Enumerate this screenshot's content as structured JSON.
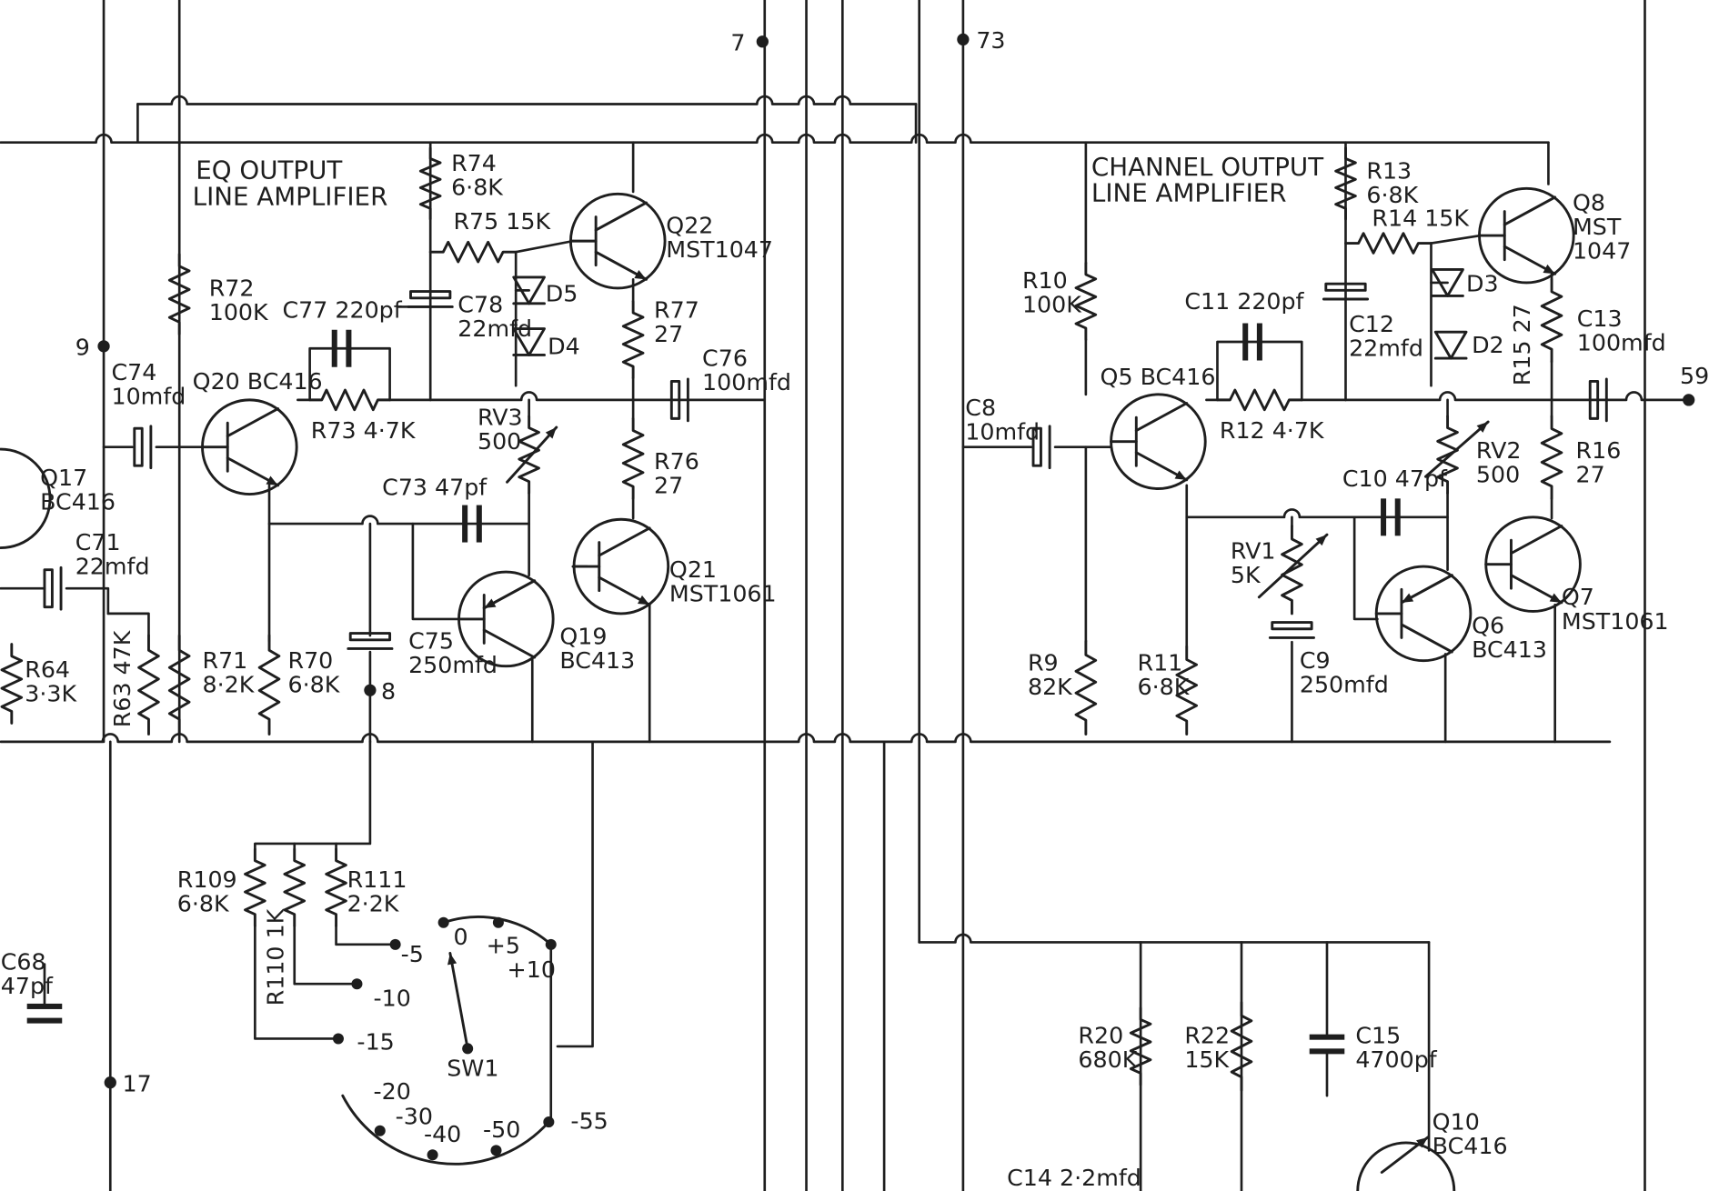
{
  "sections": {
    "eq": [
      "EQ OUTPUT",
      "LINE AMPLIFIER"
    ],
    "channel": [
      "CHANNEL OUTPUT",
      "LINE AMPLIFIER"
    ]
  },
  "terminals": [
    "7",
    "73",
    "9",
    "59",
    "8",
    "17"
  ],
  "labels": {
    "q17": [
      "Q17",
      "BC416"
    ],
    "c71": [
      "C71",
      "22mfd"
    ],
    "r64": [
      "R64",
      "3·3K"
    ],
    "r63": "R63 47K",
    "c68": [
      "C68",
      "47pf"
    ],
    "c74": [
      "C74",
      "10mfd"
    ],
    "q20": "Q20 BC416",
    "r72": [
      "R72",
      "100K"
    ],
    "c77": "C77 220pf",
    "r74": [
      "R74",
      "6·8K"
    ],
    "r75": "R75 15K",
    "c78": [
      "C78",
      "22mfd"
    ],
    "d5": "D5",
    "d4": "D4",
    "q22": [
      "Q22",
      "MST1047"
    ],
    "r77": [
      "R77",
      "27"
    ],
    "c76": [
      "C76",
      "100mfd"
    ],
    "r73": "R73 4·7K",
    "rv3": [
      "RV3",
      "500"
    ],
    "r76": [
      "R76",
      "27"
    ],
    "c73": "C73 47pf",
    "q21": [
      "Q21",
      "MST1061"
    ],
    "q19": [
      "Q19",
      "BC413"
    ],
    "c75": [
      "C75",
      "250mfd"
    ],
    "r71": [
      "R71",
      "8·2K"
    ],
    "r70": [
      "R70",
      "6·8K"
    ],
    "r109": [
      "R109",
      "6·8K"
    ],
    "r110": "R110 1K",
    "r111": [
      "R111",
      "2·2K"
    ],
    "sw1": "SW1",
    "sw_pos": [
      "0",
      "+5",
      "+10",
      "-5",
      "-10",
      "-15",
      "-20",
      "-30",
      "-40",
      "-50",
      "-55"
    ],
    "r13": [
      "R13",
      "6·8K"
    ],
    "r14": "R14 15K",
    "q8": [
      "Q8",
      "MST",
      "1047"
    ],
    "r10": [
      "R10",
      "100K"
    ],
    "c11": "C11 220pf",
    "c12": [
      "C12",
      "22mfd"
    ],
    "d3": "D3",
    "d2": "D2",
    "r15": "R15 27",
    "c13": [
      "C13",
      "100mfd"
    ],
    "q5": "Q5 BC416",
    "c8": [
      "C8",
      "10mfd"
    ],
    "r12": "R12 4·7K",
    "rv2": [
      "RV2",
      "500"
    ],
    "c10": "C10 47pf",
    "r16": [
      "R16",
      "27"
    ],
    "rv1": [
      "RV1",
      "5K"
    ],
    "q7": [
      "Q7",
      "MST1061"
    ],
    "q6": [
      "Q6",
      "BC413"
    ],
    "r9": [
      "R9",
      "82K"
    ],
    "r11": [
      "R11",
      "6·8K"
    ],
    "c9": [
      "C9",
      "250mfd"
    ],
    "r20": [
      "R20",
      "680K"
    ],
    "r22": [
      "R22",
      "15K"
    ],
    "c15": [
      "C15",
      "4700pf"
    ],
    "c14": "C14 2·2mfd",
    "q10": [
      "Q10",
      "BC416"
    ]
  }
}
